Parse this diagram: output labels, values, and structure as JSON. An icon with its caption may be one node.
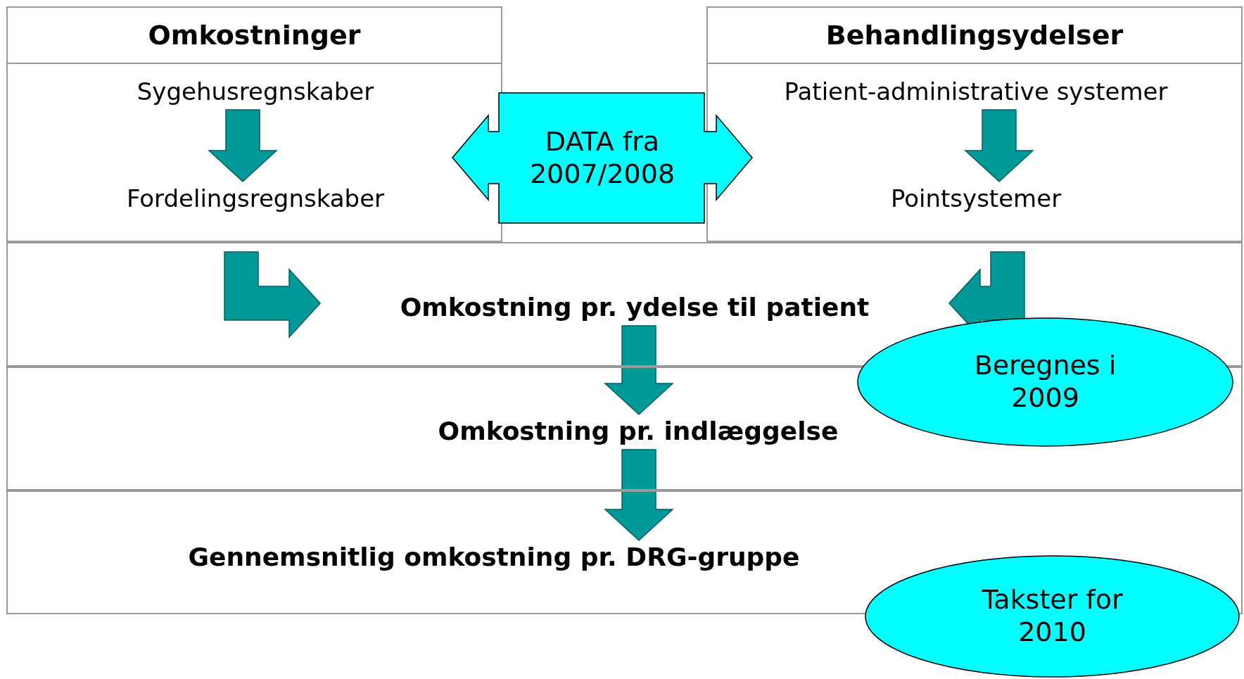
{
  "diagram": {
    "nodes": [
      {
        "text": [
          "Omkostninger"
        ]
      },
      {
        "text": [
          "Sygehusregnskaber"
        ],
        "in": 0
      },
      {
        "text": [
          "Fordelingsregnskaber"
        ],
        "in": 0
      },
      {
        "text": [
          "Behandlingsydelser"
        ]
      },
      {
        "text": [
          "Patient-administrative systemer"
        ],
        "in": 3
      },
      {
        "text": [
          "Pointsystemer"
        ],
        "in": 3
      },
      {
        "text": [
          "DATA fra 2007/2008"
        ]
      },
      {
        "text": [
          "Omkostning pr. ydelse til patient"
        ]
      },
      {
        "text": [
          "Omkostning pr. indlæggelse"
        ]
      },
      {
        "text": [
          "Gennemsnitlig omkostning pr. DRG-gruppe"
        ]
      },
      {
        "text": [
          "Beregnes i 2009"
        ]
      },
      {
        "text": [
          "Takster for 2010"
        ]
      }
    ],
    "edges": [
      {
        "from": 1,
        "to": 2,
        "arrow": "to"
      },
      {
        "from": 4,
        "to": 5,
        "arrow": "to"
      },
      {
        "from": 0,
        "to": 7,
        "arrow": "to"
      },
      {
        "from": 3,
        "to": 7,
        "arrow": "to"
      },
      {
        "from": 7,
        "to": 8,
        "arrow": "to"
      },
      {
        "from": 8,
        "to": 9,
        "arrow": "to"
      }
    ]
  }
}
